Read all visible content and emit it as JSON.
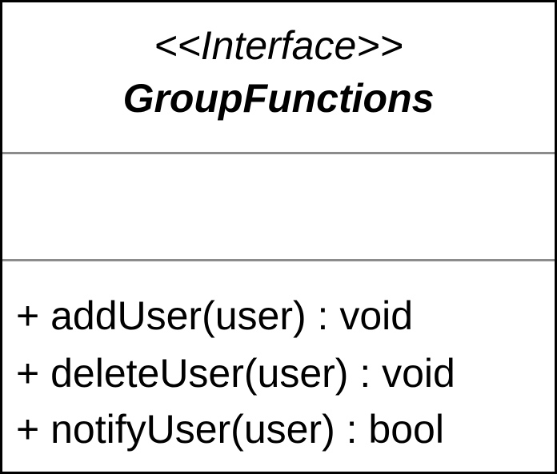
{
  "uml_class": {
    "stereotype": "<<Interface>>",
    "name": "GroupFunctions",
    "attributes": [],
    "operations": [
      "+ addUser(user) : void",
      "+ deleteUser(user) : void",
      "+ notifyUser(user) : bool"
    ]
  },
  "colors": {
    "border": "#000000",
    "divider": "#8c8c8c",
    "background": "#ffffff"
  }
}
